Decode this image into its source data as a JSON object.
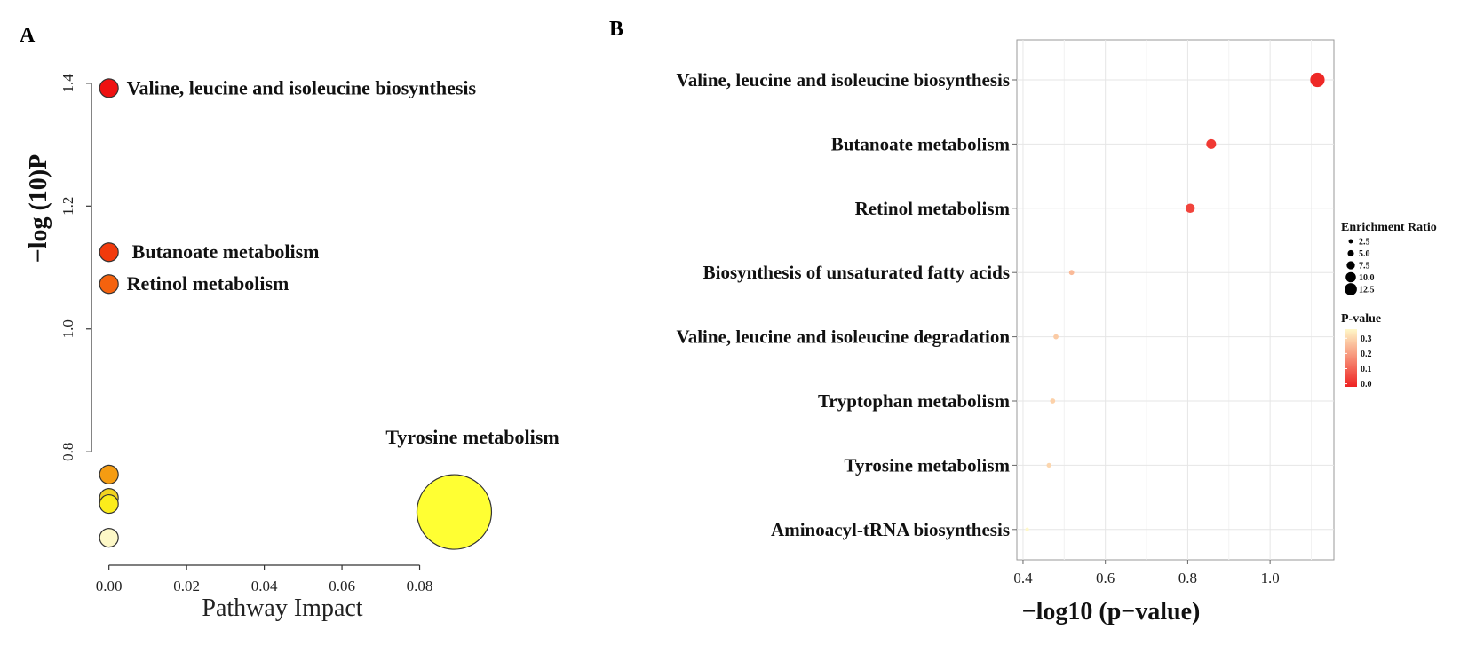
{
  "chart_data": [
    {
      "panel_label": "A",
      "type": "scatter",
      "xlabel": "Pathway Impact",
      "ylabel": "−log (10)P",
      "xlim": [
        -0.0045,
        0.1
      ],
      "ylim": [
        0.64,
        1.42
      ],
      "x_ticks": [
        "0.00",
        "0.02",
        "0.04",
        "0.06",
        "0.08"
      ],
      "y_ticks": [
        "0.8",
        "1.0",
        "1.2",
        "1.4"
      ],
      "grid": false,
      "points": [
        {
          "label": "Valine, leucine and isoleucine biosynthesis",
          "x": 0.0,
          "y": 1.392,
          "size": 1.0,
          "color": "#ee1111"
        },
        {
          "label": "Butanoate metabolism",
          "x": 0.0,
          "y": 1.125,
          "size": 1.0,
          "color": "#f23a0c"
        },
        {
          "label": "Retinol metabolism",
          "x": 0.0,
          "y": 1.073,
          "size": 1.0,
          "color": "#f4620e"
        },
        {
          "label": "",
          "x": 0.0,
          "y": 0.763,
          "size": 1.0,
          "color": "#f59c12"
        },
        {
          "label": "",
          "x": 0.0,
          "y": 0.725,
          "size": 1.0,
          "color": "#f2d321"
        },
        {
          "label": "",
          "x": 0.0,
          "y": 0.715,
          "size": 1.0,
          "color": "#fbec1c"
        },
        {
          "label": "Tyrosine metabolism",
          "x": 0.0889,
          "y": 0.702,
          "size": 4.0,
          "color": "#ffff33"
        },
        {
          "label": "",
          "x": 0.0,
          "y": 0.66,
          "size": 1.0,
          "color": "#fdf8c7"
        }
      ]
    },
    {
      "panel_label": "B",
      "type": "scatter",
      "xlabel": "−log10 (p−value)",
      "xlim": [
        0.385,
        1.155
      ],
      "x_ticks": [
        "0.4",
        "0.6",
        "0.8",
        "1.0"
      ],
      "grid": true,
      "categories": [
        "Valine, leucine and isoleucine biosynthesis",
        "Butanoate metabolism",
        "Retinol metabolism",
        "Biosynthesis of unsaturated fatty acids",
        "Valine, leucine and isoleucine degradation",
        "Tryptophan metabolism",
        "Tyrosine metabolism",
        "Aminoacyl-tRNA biosynthesis"
      ],
      "points": [
        {
          "category": "Valine, leucine and isoleucine biosynthesis",
          "x": 1.115,
          "p_value": 0.01,
          "enrichment_ratio": 12.5
        },
        {
          "category": "Butanoate metabolism",
          "x": 0.857,
          "p_value": 0.04,
          "enrichment_ratio": 7.5
        },
        {
          "category": "Retinol metabolism",
          "x": 0.806,
          "p_value": 0.06,
          "enrichment_ratio": 7.0
        },
        {
          "category": "Biosynthesis of unsaturated fatty acids",
          "x": 0.518,
          "p_value": 0.27,
          "enrichment_ratio": 2.5
        },
        {
          "category": "Valine, leucine and isoleucine degradation",
          "x": 0.48,
          "p_value": 0.3,
          "enrichment_ratio": 2.5
        },
        {
          "category": "Tryptophan metabolism",
          "x": 0.472,
          "p_value": 0.31,
          "enrichment_ratio": 2.5
        },
        {
          "category": "Tyrosine metabolism",
          "x": 0.463,
          "p_value": 0.32,
          "enrichment_ratio": 2.0
        },
        {
          "category": "Aminoacyl-tRNA biosynthesis",
          "x": 0.41,
          "p_value": 0.38,
          "enrichment_ratio": 1.0
        }
      ],
      "legend_size": {
        "title": "Enrichment Ratio",
        "values": [
          2.5,
          5.0,
          7.5,
          10.0,
          12.5
        ],
        "labels": [
          "2.5",
          "5.0",
          "7.5",
          "10.0",
          "12.5"
        ],
        "placement": "right"
      },
      "legend_color": {
        "title": "P-value",
        "labels": [
          "0.3",
          "0.2",
          "0.1",
          "0.0"
        ],
        "values": [
          0.3,
          0.2,
          0.1,
          0.0
        ],
        "low_color": "#ee2222",
        "high_color": "#fff8c8",
        "placement": "right"
      }
    }
  ]
}
